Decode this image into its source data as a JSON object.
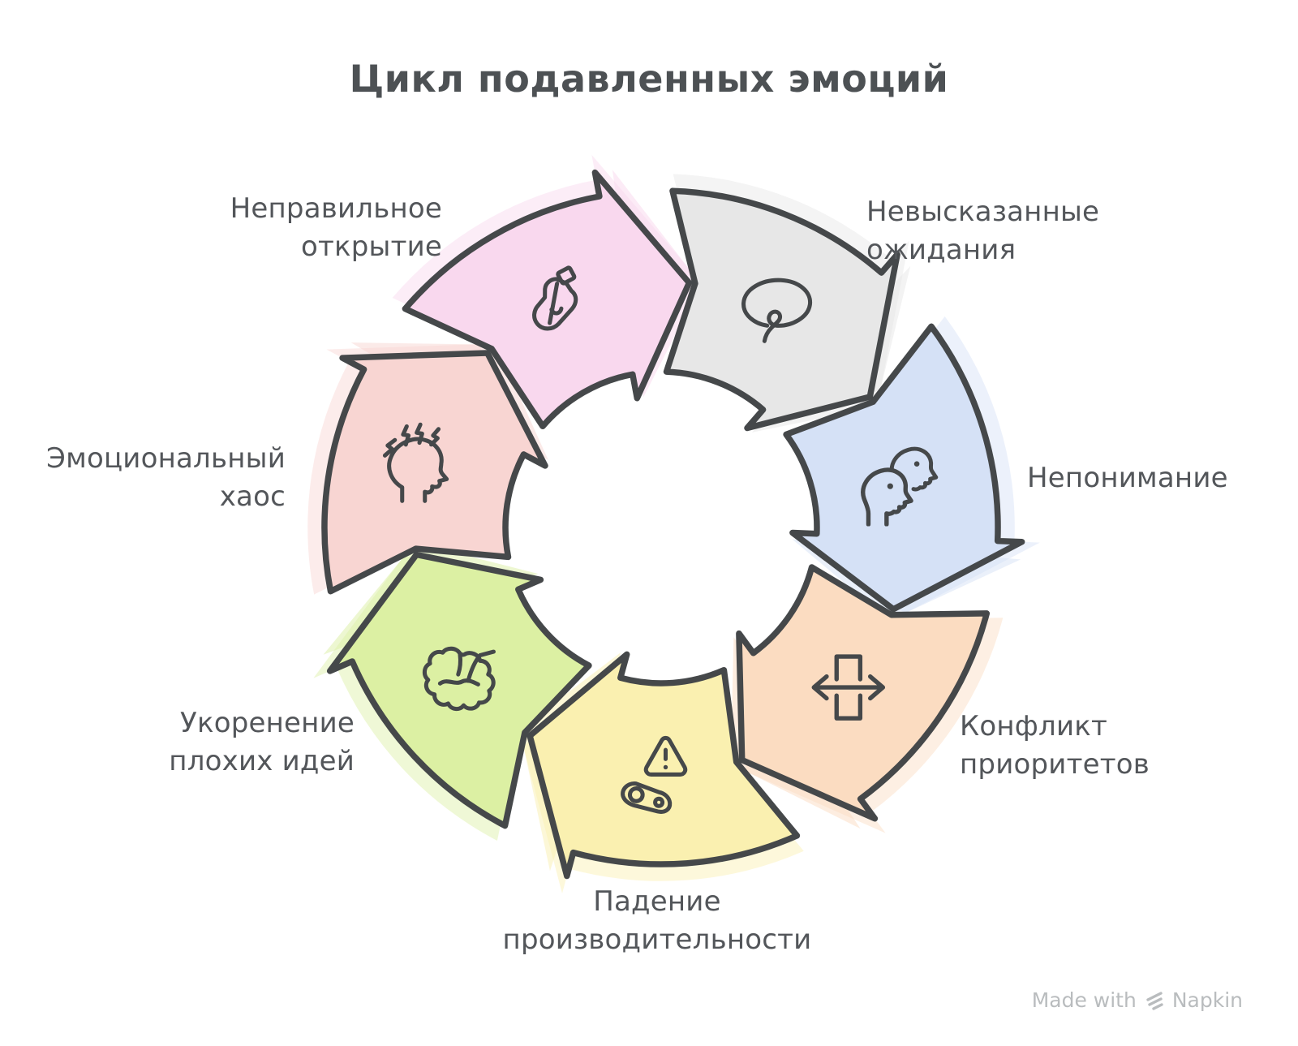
{
  "title": "Цикл подавленных эмоций",
  "colors": {
    "outline": "#45484a",
    "label_text": "#53565a",
    "title_text": "#4d5154",
    "watermark_text": "#b9bcbe"
  },
  "steps": [
    {
      "id": "wrong-discovery",
      "label": "Неправильное\nоткрытие",
      "color": "#f9d8ee",
      "icon": "bottle-icon"
    },
    {
      "id": "unspoken-expectations",
      "label": "Невысказанные\nожидания",
      "color": "#e7e7e7",
      "icon": "speech-bubble-icon"
    },
    {
      "id": "misunderstanding",
      "label": "Непонимание",
      "color": "#d5e1f6",
      "icon": "two-heads-icon"
    },
    {
      "id": "priority-conflict",
      "label": "Конфликт\nприоритетов",
      "color": "#fbdcc1",
      "icon": "split-arrows-icon"
    },
    {
      "id": "productivity-drop",
      "label": "Падение\nпроизводительности",
      "color": "#faf0b0",
      "icon": "warning-machine-icon"
    },
    {
      "id": "bad-ideas-rooting",
      "label": "Укоренение\nплохих идей",
      "color": "#dcf0a3",
      "icon": "brain-straw-icon"
    },
    {
      "id": "emotional-chaos",
      "label": "Эмоциональный\nхаос",
      "color": "#f8d5d2",
      "icon": "stressed-head-icon"
    }
  ],
  "watermark": {
    "prefix": "Made with",
    "brand": "Napkin"
  }
}
